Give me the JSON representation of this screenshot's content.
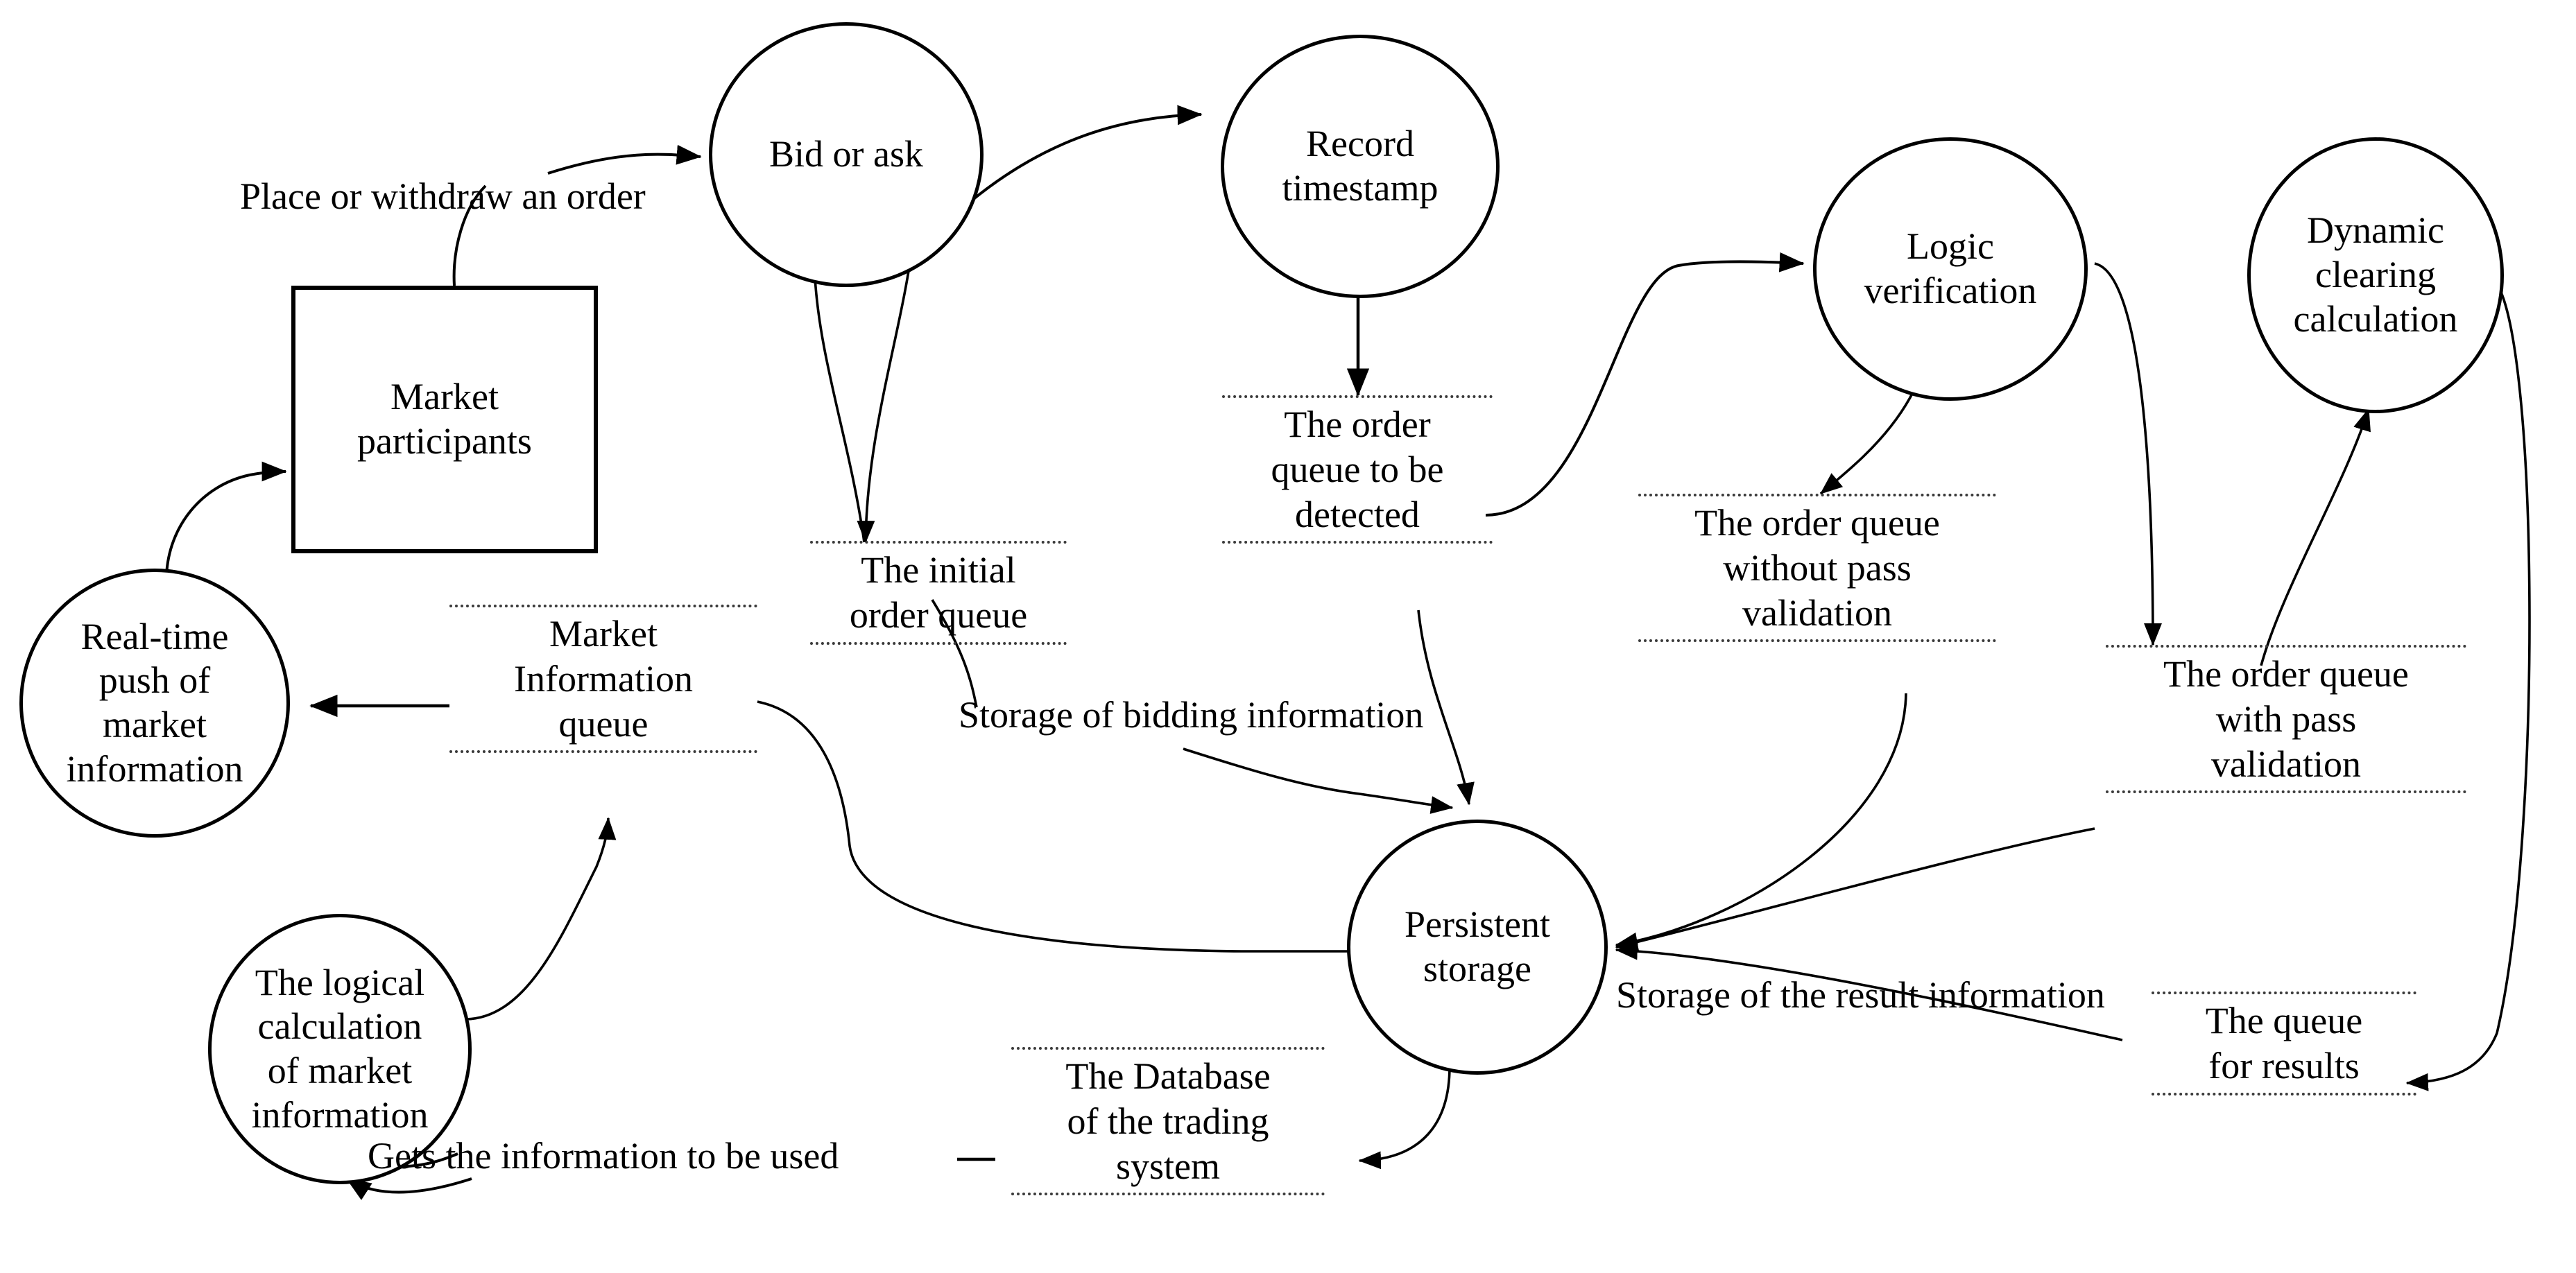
{
  "diagram": {
    "title": "Data flow diagram of a trading system",
    "type": "data-flow-diagram",
    "background_color": "#ffffff",
    "line_color": "#000000"
  },
  "processes": [
    {
      "id": "bid-or-ask",
      "label": "Bid or ask"
    },
    {
      "id": "record-timestamp",
      "label": "Record\ntimestamp"
    },
    {
      "id": "logic-verification",
      "label": "Logic\nverification"
    },
    {
      "id": "dynamic-clearing",
      "label": "Dynamic\nclearing\ncalculation"
    },
    {
      "id": "real-time-push",
      "label": "Real-time\npush of\nmarket\ninformation"
    },
    {
      "id": "persistent-storage",
      "label": "Persistent\nstorage"
    },
    {
      "id": "logical-calculation",
      "label": "The logical\ncalculation\nof market\ninformation"
    }
  ],
  "external_entities": [
    {
      "id": "market-participants",
      "label": "Market\nparticipants"
    }
  ],
  "data_stores": [
    {
      "id": "initial-order-queue",
      "label": "The initial\norder queue"
    },
    {
      "id": "order-queue-to-be-detected",
      "label": "The order\nqueue to be\ndetected"
    },
    {
      "id": "order-queue-without-pass",
      "label": "The order queue\nwithout pass\nvalidation"
    },
    {
      "id": "order-queue-with-pass",
      "label": "The order queue\nwith pass\nvalidation"
    },
    {
      "id": "market-information-queue",
      "label": "Market\nInformation\nqueue"
    },
    {
      "id": "database-of-trading-system",
      "label": "The Database\nof the trading\nsystem"
    },
    {
      "id": "queue-for-results",
      "label": "The queue\nfor results"
    }
  ],
  "flow_labels": [
    {
      "id": "place-or-withdraw-an-order",
      "label": "Place or withdraw  an order"
    },
    {
      "id": "storage-of-bidding-information",
      "label": "Storage of bidding information"
    },
    {
      "id": "storage-of-result-information",
      "label": "Storage of the result information"
    },
    {
      "id": "gets-information-to-be-used",
      "label": "Gets the information to be used"
    }
  ],
  "node_text": {
    "bid_or_ask": "Bid or ask",
    "record_timestamp_l1": "Record",
    "record_timestamp_l2": "timestamp",
    "logic_verification_l1": "Logic",
    "logic_verification_l2": "verification",
    "dynamic_clearing_l1": "Dynamic",
    "dynamic_clearing_l2": "clearing",
    "dynamic_clearing_l3": "calculation",
    "real_time_push_l1": "Real-time",
    "real_time_push_l2": "push of",
    "real_time_push_l3": "market",
    "real_time_push_l4": "information",
    "persistent_storage_l1": "Persistent",
    "persistent_storage_l2": "storage",
    "logical_calculation_l1": "The logical",
    "logical_calculation_l2": "calculation",
    "logical_calculation_l3": "of market",
    "logical_calculation_l4": "information",
    "market_participants_l1": "Market",
    "market_participants_l2": "participants",
    "initial_order_queue_l1": "The initial",
    "initial_order_queue_l2": "order queue",
    "queue_to_be_detected_l1": "The order",
    "queue_to_be_detected_l2": "queue to be",
    "queue_to_be_detected_l3": "detected",
    "without_pass_l1": "The order queue",
    "without_pass_l2": "without pass",
    "without_pass_l3": "validation",
    "with_pass_l1": "The order queue",
    "with_pass_l2": "with pass",
    "with_pass_l3": "validation",
    "market_info_queue_l1": "Market",
    "market_info_queue_l2": "Information",
    "market_info_queue_l3": "queue",
    "database_l1": "The Database",
    "database_l2": "of the trading",
    "database_l3": "system",
    "queue_for_results_l1": "The queue",
    "queue_for_results_l2": "for results",
    "place_or_withdraw": "Place or withdraw  an order",
    "storage_of_bidding": "Storage of bidding information",
    "storage_of_result": "Storage of the result information",
    "gets_information": "Gets the information to be used"
  }
}
